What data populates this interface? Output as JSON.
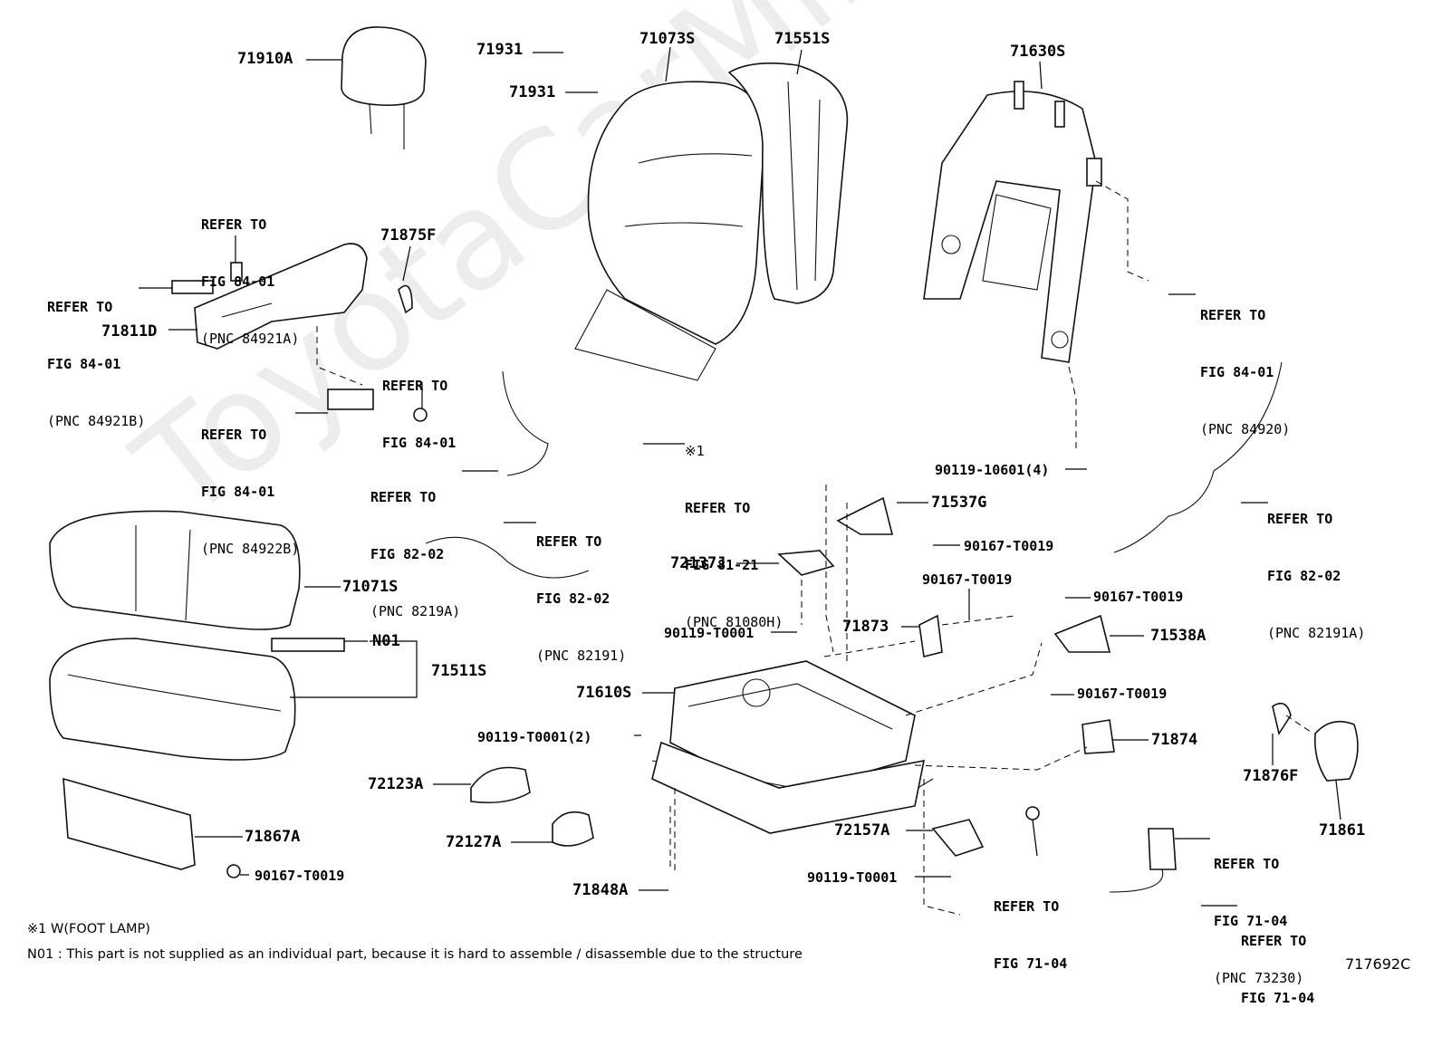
{
  "watermark": "ToyotaCarMike.ru",
  "figure_id": "717692C",
  "footnotes": {
    "note1": "※1 W(FOOT LAMP)",
    "n01": "N01 : This part is not supplied as an individual part, because it is hard to assemble / disassemble due to the structure"
  },
  "labels": {
    "p71910A": "71910A",
    "p71931_a": "71931",
    "p71931_b": "71931",
    "p71073S": "71073S",
    "p71551S": "71551S",
    "p71630S": "71630S",
    "p71875F": "71875F",
    "p71811D": "71811D",
    "p71071S": "71071S",
    "pN01": "N01",
    "p71511S": "71511S",
    "p71537G": "71537G",
    "p72137J": "72137J",
    "p71873": "71873",
    "p71538A": "71538A",
    "p71610S": "71610S",
    "p71874": "71874",
    "p72123A": "72123A",
    "p72127A": "72127A",
    "p71867A": "71867A",
    "p72157A": "72157A",
    "p71848A": "71848A",
    "p71876F": "71876F",
    "p71861": "71861"
  },
  "codes": {
    "c90119_10601": "90119-10601(4)",
    "c90167_a": "90167-T0019",
    "c90167_b": "90167-T0019",
    "c90167_c": "90167-T0019",
    "c90167_d": "90167-T0019",
    "c90167_e": "90167-T0019",
    "c90119_t0001_a": "90119-T0001",
    "c90119_t0001_b": "90119-T0001(2)",
    "c90119_t0001_c": "90119-T0001"
  },
  "refs": {
    "r1": {
      "l1": "REFER TO",
      "l2": "FIG 84-01",
      "l3": "(PNC 84921A)"
    },
    "r2": {
      "l1": "REFER TO",
      "l2": "FIG 84-01",
      "l3": "(PNC 84921B)"
    },
    "r3": {
      "l1": "REFER TO",
      "l2": "FIG 84-01"
    },
    "r4": {
      "l1": "REFER TO",
      "l2": "FIG 84-01",
      "l3": "(PNC 84922B)"
    },
    "r5": {
      "l1": "REFER TO",
      "l2": "FIG 82-02",
      "l3": "(PNC 8219A)"
    },
    "r6": {
      "l0": "※1",
      "l1": "REFER TO",
      "l2": "FIG 81-21",
      "l3": "(PNC 81080H)"
    },
    "r7": {
      "l1": "REFER TO",
      "l2": "FIG 82-02",
      "l3": "(PNC 82191)"
    },
    "r8": {
      "l1": "REFER TO",
      "l2": "FIG 84-01",
      "l3": "(PNC 84920)"
    },
    "r9": {
      "l1": "REFER TO",
      "l2": "FIG 82-02",
      "l3": "(PNC 82191A)"
    },
    "r10": {
      "l1": "REFER TO",
      "l2": "FIG 71-04"
    },
    "r11": {
      "l1": "REFER TO",
      "l2": "FIG 71-04",
      "l3": "(PNC 73230)"
    },
    "r12": {
      "l1": "REFER TO",
      "l2": "FIG 71-04"
    }
  }
}
